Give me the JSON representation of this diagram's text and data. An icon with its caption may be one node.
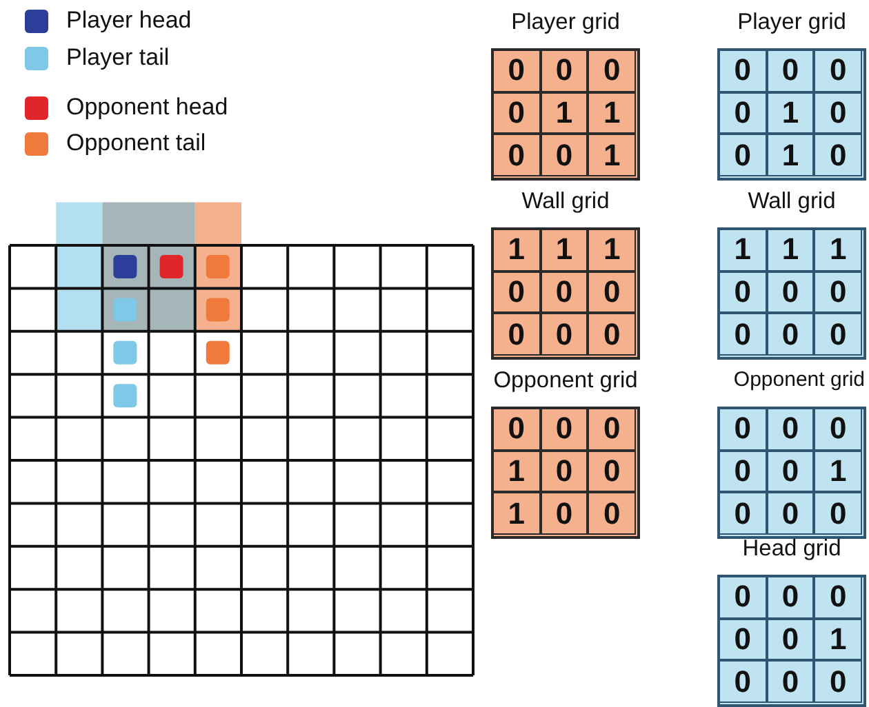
{
  "diagram": {
    "nodes": [
      {
        "text": [
          "Player grid"
        ]
      },
      {
        "text": [
          "0"
        ],
        "in": 0
      },
      {
        "text": [
          "0"
        ],
        "in": 0
      },
      {
        "text": [
          "0"
        ],
        "in": 0
      },
      {
        "text": [
          "0"
        ],
        "in": 0
      },
      {
        "text": [
          "1"
        ],
        "in": 0
      },
      {
        "text": [
          "1"
        ],
        "in": 0
      },
      {
        "text": [
          "0"
        ],
        "in": 0
      },
      {
        "text": [
          "0"
        ],
        "in": 0
      },
      {
        "text": [
          "1"
        ],
        "in": 0
      },
      {
        "text": [
          "Player grid"
        ]
      },
      {
        "text": [
          "0"
        ],
        "in": 10
      },
      {
        "text": [
          "0"
        ],
        "in": 10
      },
      {
        "text": [
          "0"
        ],
        "in": 10
      },
      {
        "text": [
          "0"
        ],
        "in": 10
      },
      {
        "text": [
          "1"
        ],
        "in": 10
      },
      {
        "text": [
          "0"
        ],
        "in": 10
      },
      {
        "text": [
          "0"
        ],
        "in": 10
      },
      {
        "text": [
          "1"
        ],
        "in": 10
      },
      {
        "text": [
          "0"
        ],
        "in": 10
      },
      {
        "text": [
          "Wall grid"
        ]
      },
      {
        "text": [
          "1"
        ],
        "in": 20
      },
      {
        "text": [
          "1"
        ],
        "in": 20
      },
      {
        "text": [
          "1"
        ],
        "in": 20
      },
      {
        "text": [
          "0"
        ],
        "in": 20
      },
      {
        "text": [
          "0"
        ],
        "in": 20
      },
      {
        "text": [
          "0"
        ],
        "in": 20
      },
      {
        "text": [
          "0"
        ],
        "in": 20
      },
      {
        "text": [
          "0"
        ],
        "in": 20
      },
      {
        "text": [
          "0"
        ],
        "in": 20
      },
      {
        "text": [
          "Wall grid"
        ]
      },
      {
        "text": [
          "1"
        ],
        "in": 30
      },
      {
        "text": [
          "1"
        ],
        "in": 30
      },
      {
        "text": [
          "1"
        ],
        "in": 30
      },
      {
        "text": [
          "0"
        ],
        "in": 30
      },
      {
        "text": [
          "0"
        ],
        "in": 30
      },
      {
        "text": [
          "0"
        ],
        "in": 30
      },
      {
        "text": [
          "0"
        ],
        "in": 30
      },
      {
        "text": [
          "0"
        ],
        "in": 30
      },
      {
        "text": [
          "0"
        ],
        "in": 30
      },
      {
        "text": [
          "Opponent grid"
        ]
      },
      {
        "text": [
          "0"
        ],
        "in": 40
      },
      {
        "text": [
          "0"
        ],
        "in": 40
      },
      {
        "text": [
          "0"
        ],
        "in": 40
      },
      {
        "text": [
          "1"
        ],
        "in": 40
      },
      {
        "text": [
          "0"
        ],
        "in": 40
      },
      {
        "text": [
          "0"
        ],
        "in": 40
      },
      {
        "text": [
          "1"
        ],
        "in": 40
      },
      {
        "text": [
          "0"
        ],
        "in": 40
      },
      {
        "text": [
          "0"
        ],
        "in": 40
      },
      {
        "text": [
          "Opponent grid"
        ]
      },
      {
        "text": [
          "0"
        ],
        "in": 50
      },
      {
        "text": [
          "0"
        ],
        "in": 50
      },
      {
        "text": [
          "0"
        ],
        "in": 50
      },
      {
        "text": [
          "0"
        ],
        "in": 50
      },
      {
        "text": [
          "0"
        ],
        "in": 50
      },
      {
        "text": [
          "1"
        ],
        "in": 50
      },
      {
        "text": [
          "0"
        ],
        "in": 50
      },
      {
        "text": [
          "0"
        ],
        "in": 50
      },
      {
        "text": [
          "0"
        ],
        "in": 50
      },
      {
        "text": [
          "Head grid"
        ]
      },
      {
        "text": [
          "0"
        ],
        "in": 60
      },
      {
        "text": [
          "0"
        ],
        "in": 60
      },
      {
        "text": [
          "0"
        ],
        "in": 60
      },
      {
        "text": [
          "0"
        ],
        "in": 60
      },
      {
        "text": [
          "0"
        ],
        "in": 60
      },
      {
        "text": [
          "1"
        ],
        "in": 60
      },
      {
        "text": [
          "0"
        ],
        "in": 60
      },
      {
        "text": [
          "0"
        ],
        "in": 60
      },
      {
        "text": [
          "0"
        ],
        "in": 60
      }
    ],
    "edges": [],
    "legend": [
      {
        "text": "Player head",
        "color": "#2b3f9a"
      },
      {
        "text": "Player tail",
        "color": "#7ec8e8"
      },
      {
        "text": "Opponent head",
        "color": "#e0262a"
      },
      {
        "text": "Opponent tail",
        "color": "#f07a3c"
      }
    ]
  }
}
